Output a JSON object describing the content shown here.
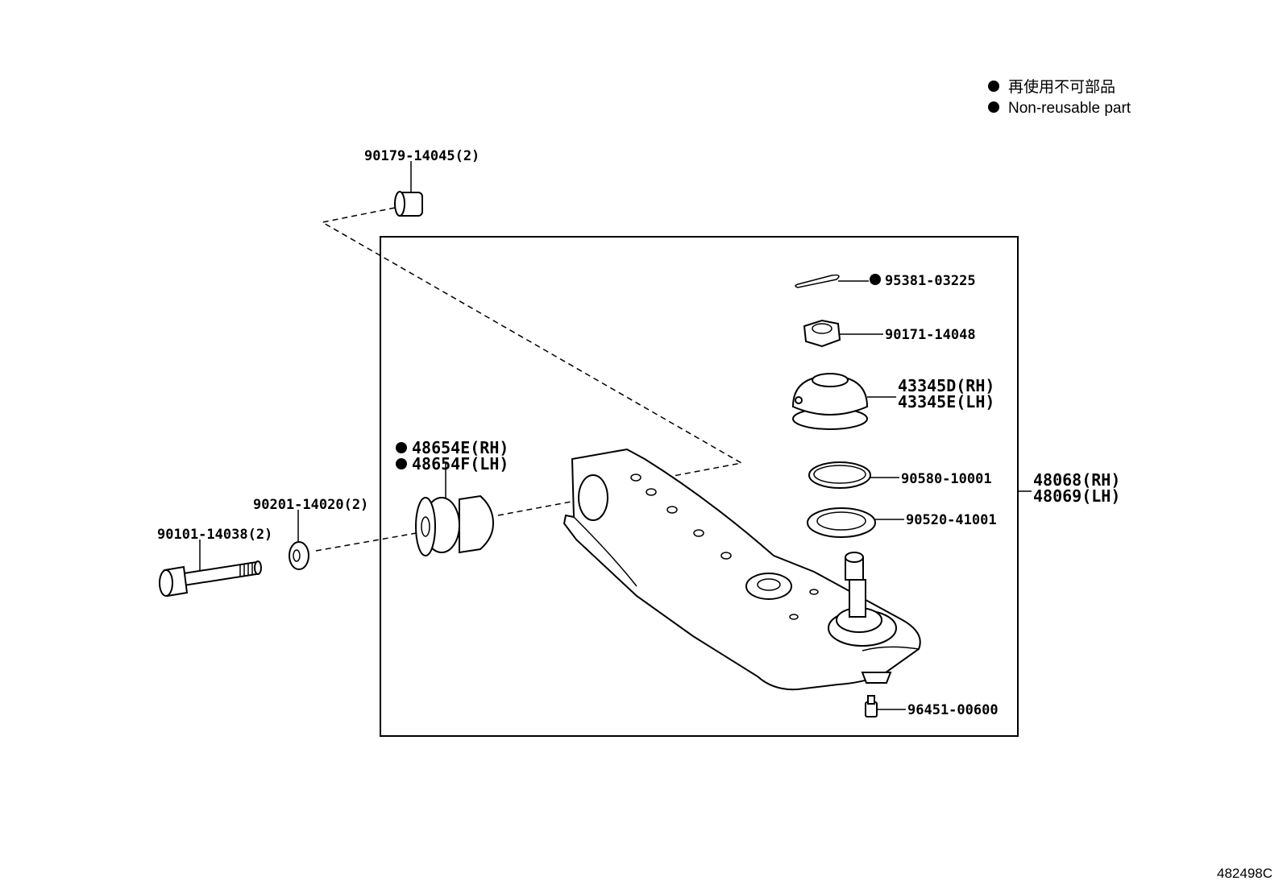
{
  "legend": {
    "items": [
      {
        "symbol": "●",
        "text": "再使用不可部品"
      },
      {
        "symbol": "●",
        "text": "Non-reusable part"
      }
    ]
  },
  "parts": {
    "nut_top": "90179-14045(2)",
    "cotter_pin": "95381-03225",
    "castle_nut": "90171-14048",
    "boot_rh": "43345D(RH)",
    "boot_lh": "43345E(LH)",
    "bushing_rh": "48654E(RH)",
    "bushing_lh": "48654F(LH)",
    "washer": "90201-14020(2)",
    "bolt": "90101-14038(2)",
    "ring": "90580-10001",
    "snap_ring": "90520-41001",
    "arm_rh": "48068(RH)",
    "arm_lh": "48069(LH)",
    "grease_fitting": "96451-00600"
  },
  "non_reusable_marks": [
    "cotter_pin",
    "bushing_rh",
    "bushing_lh"
  ],
  "diagram_code": "482498C"
}
